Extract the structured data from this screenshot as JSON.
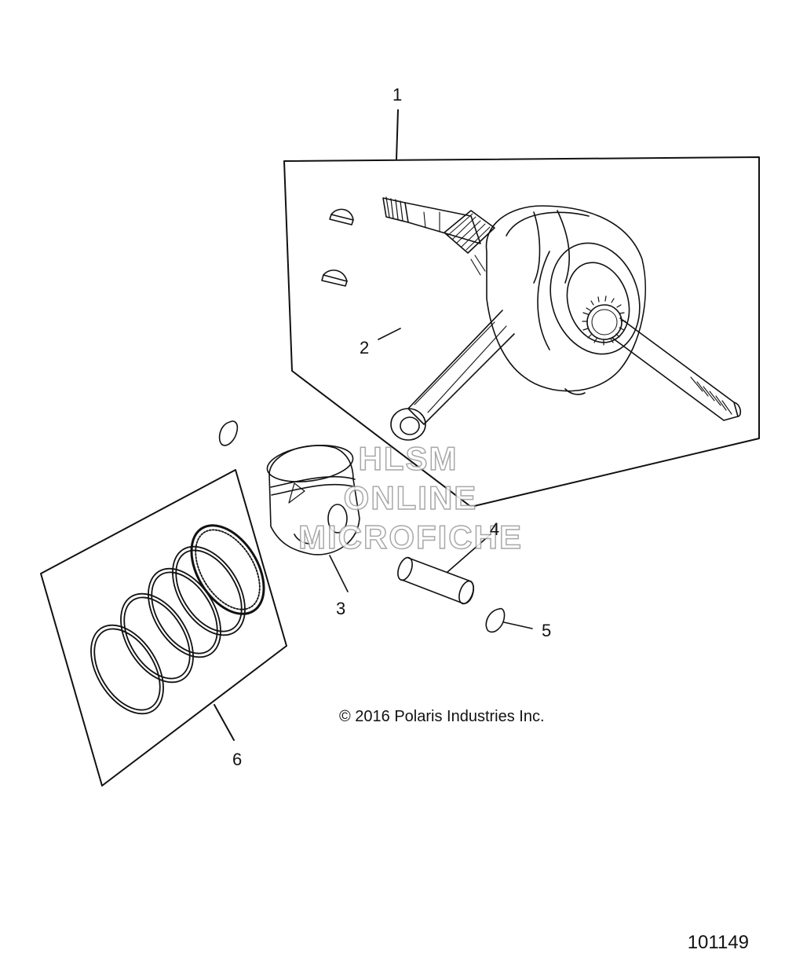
{
  "callouts": {
    "c1": "1",
    "c2": "2",
    "c3": "3",
    "c4": "4",
    "c5": "5",
    "c6": "6"
  },
  "copyright": "© 2016 Polaris Industries Inc.",
  "figure_id": "101149",
  "watermark": {
    "line1": "HLSM",
    "line2": "ONLINE",
    "line3": "MICROFICHE",
    "color": "#9a9a9a"
  },
  "line_color": "#111111"
}
